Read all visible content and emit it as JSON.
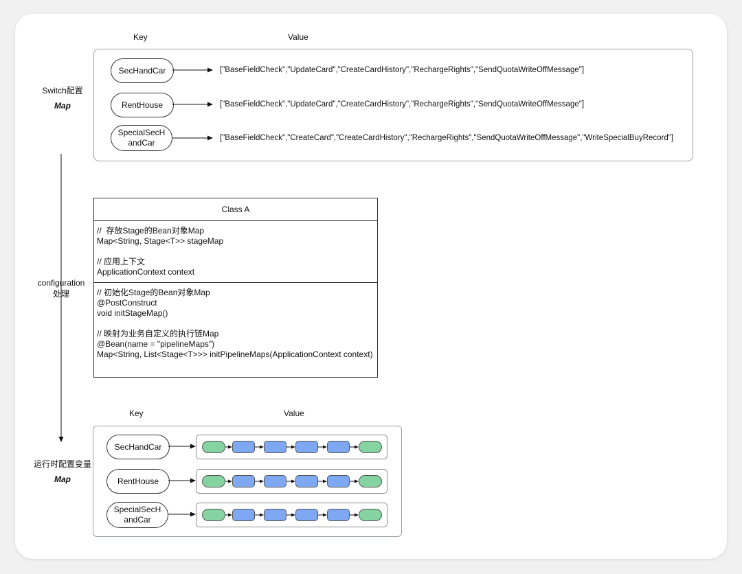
{
  "top_section": {
    "key_label": "Key",
    "value_label": "Value",
    "side_label_line1": "Switch配置",
    "side_label_line2": "Map",
    "rows": [
      {
        "key": "SecHandCar",
        "value": "[\"BaseFieldCheck\",\"UpdateCard\",\"CreateCardHistory\",\"RechargeRights\",\"SendQuotaWriteOffMessage\"]"
      },
      {
        "key": "RentHouse",
        "value": "[\"BaseFieldCheck\",\"UpdateCard\",\"CreateCardHistory\",\"RechargeRights\",\"SendQuotaWriteOffMessage\"]"
      },
      {
        "key": "SpecialSecHandCar",
        "value": "[\"BaseFieldCheck\",\"CreateCard\",\"CreateCardHistory\",\"RechargeRights\",\"SendQuotaWriteOffMessage\",\"WriteSpecialBuyRecord\"]"
      }
    ]
  },
  "middle": {
    "side_label_line1": "configuration",
    "side_label_line2": "处理",
    "class_title": "Class A",
    "fields_text": "//  存放Stage的Bean对象Map\nMap<String, Stage<T>> stageMap\n\n// 应用上下文\nApplicationContext context",
    "methods_text": "// 初始化Stage的Bean对象Map\n@PostConstruct\nvoid initStageMap()\n\n// 映射为业务自定义的执行链Map\n@Bean(name = \"pipelineMaps\")\nMap<String, List<Stage<T>>> initPipelineMaps(ApplicationContext context)"
  },
  "bottom_section": {
    "key_label": "Key",
    "value_label": "Value",
    "side_label_line1": "运行时配置变量",
    "side_label_line2": "Map",
    "rows": [
      {
        "key": "SecHandCar",
        "chain": [
          "green",
          "blue",
          "blue",
          "blue",
          "blue",
          "green"
        ]
      },
      {
        "key": "RentHouse",
        "chain": [
          "green",
          "blue",
          "blue",
          "blue",
          "blue",
          "green"
        ]
      },
      {
        "key": "SpecialSecHandCar",
        "chain": [
          "green",
          "blue",
          "blue",
          "blue",
          "blue",
          "green"
        ]
      }
    ]
  },
  "colors": {
    "stage_start_end": "#86d3a2",
    "stage_middle": "#7fa8f2"
  }
}
